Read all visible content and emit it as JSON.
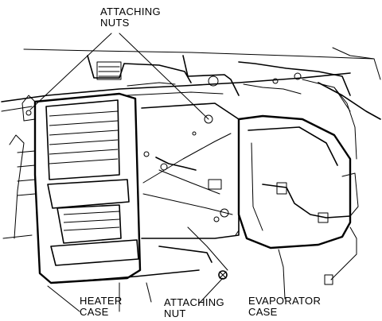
{
  "labels": {
    "attaching_nuts_line1": "ATTACHING",
    "attaching_nuts_line2": "NUTS",
    "heater_case_line1": "HEATER",
    "heater_case_line2": "CASE",
    "attaching_nut_line1": "ATTACHING",
    "attaching_nut_line2": "NUT",
    "evaporator_case_line1": "EVAPORATOR",
    "evaporator_case_line2": "CASE"
  }
}
